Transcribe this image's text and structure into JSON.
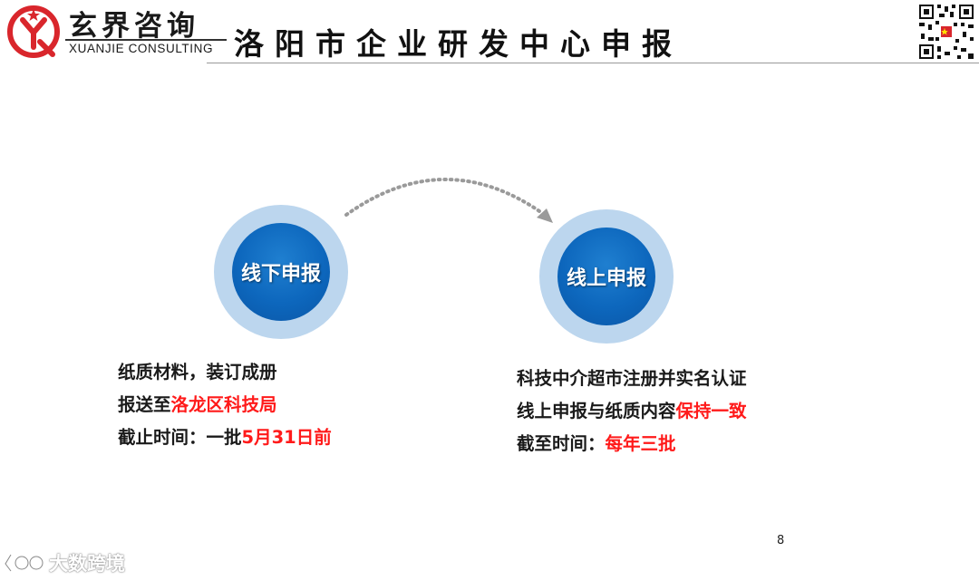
{
  "header": {
    "brand_cn": "玄界咨询",
    "brand_en": "XUANJIE CONSULTING",
    "title": "洛阳市企业研发中心申报"
  },
  "offline": {
    "circle_label": "线下申报",
    "line1": "纸质材料，装订成册",
    "line2_prefix": "报送至",
    "line2_highlight": "洛龙区科技局",
    "line3_prefix": "截止时间：一批",
    "line3_highlight": "5月31日前"
  },
  "online": {
    "circle_label": "线上申报",
    "line1": "科技中介超市注册并实名认证",
    "line2_prefix": "线上申报与纸质内容",
    "line2_highlight": "保持一致",
    "line3_prefix": "截至时间：",
    "line3_highlight": "每年三批"
  },
  "footer": {
    "page_number": "8",
    "watermark_text": "大数跨境"
  },
  "colors": {
    "circle_fill": "#0d67bd",
    "circle_ring": "#bcd6ee",
    "highlight": "#ff1a1a",
    "logo_red": "#d9262c"
  },
  "icons": {
    "logo": "xuanjie-logo-icon",
    "qr": "qr-code-icon",
    "arrow": "dotted-curved-arrow-icon",
    "watermark": "watermark-logo-icon"
  }
}
